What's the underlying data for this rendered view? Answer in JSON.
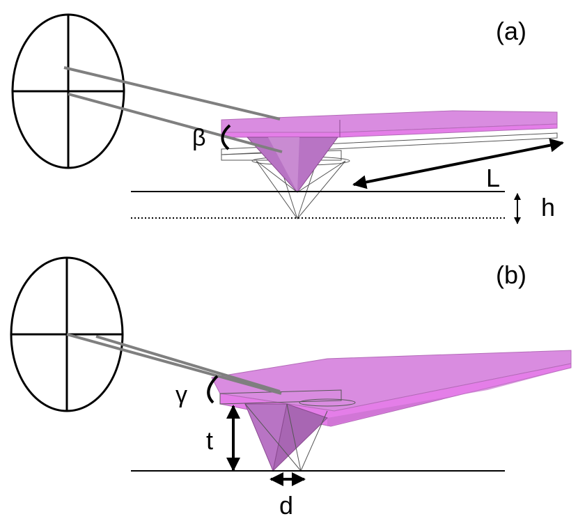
{
  "panel_a": {
    "label": "(a)",
    "angle_symbol": "β",
    "length_label": "L",
    "height_label": "h"
  },
  "panel_b": {
    "label": "(b)",
    "angle_symbol": "γ",
    "tip_height_label": "t",
    "offset_label": "d"
  },
  "colors": {
    "cantilever_fill": "#d98ce0",
    "cantilever_side": "#e47ee8",
    "cantilever_dark": "#c974cf",
    "tip_fill": "#b874c4",
    "beam_gray": "#7f7f7f",
    "line": "#000000"
  }
}
